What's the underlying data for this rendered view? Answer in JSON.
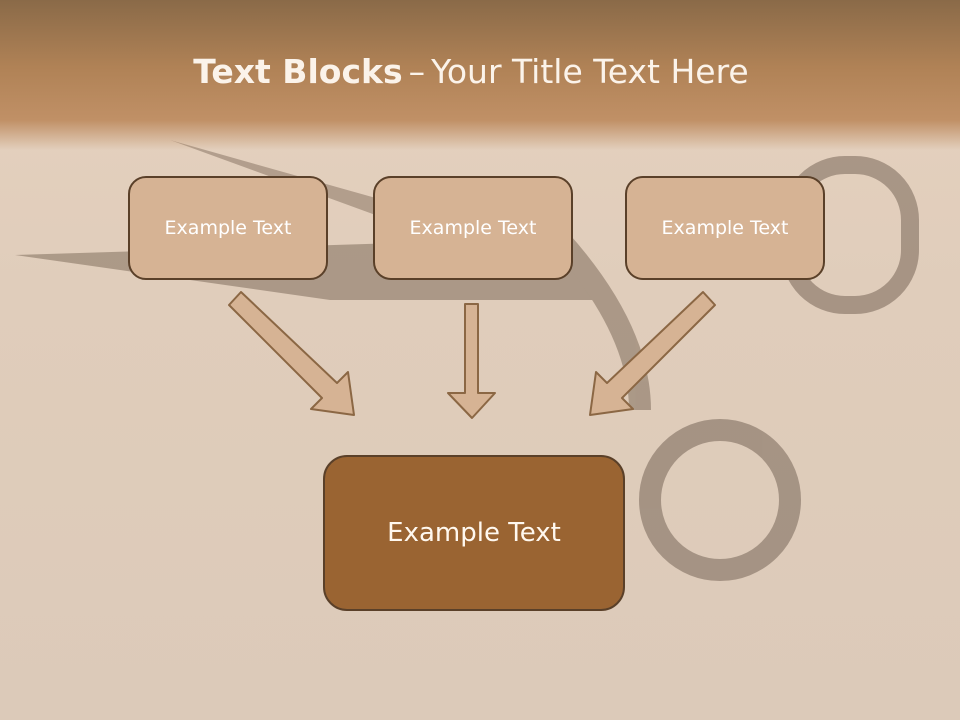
{
  "title": {
    "bold": "Text Blocks",
    "separator": "–",
    "rest": "Your Title Text Here"
  },
  "boxes": [
    {
      "label": "Example Text"
    },
    {
      "label": "Example Text"
    },
    {
      "label": "Example Text"
    }
  ],
  "target": {
    "label": "Example Text"
  },
  "colors": {
    "header": "#b08256",
    "small_box_fill": "#d6b394",
    "big_box_fill": "#9a6432",
    "border": "#5a4029",
    "arrow_fill": "#d6b394",
    "arrow_stroke": "#8b6744"
  }
}
